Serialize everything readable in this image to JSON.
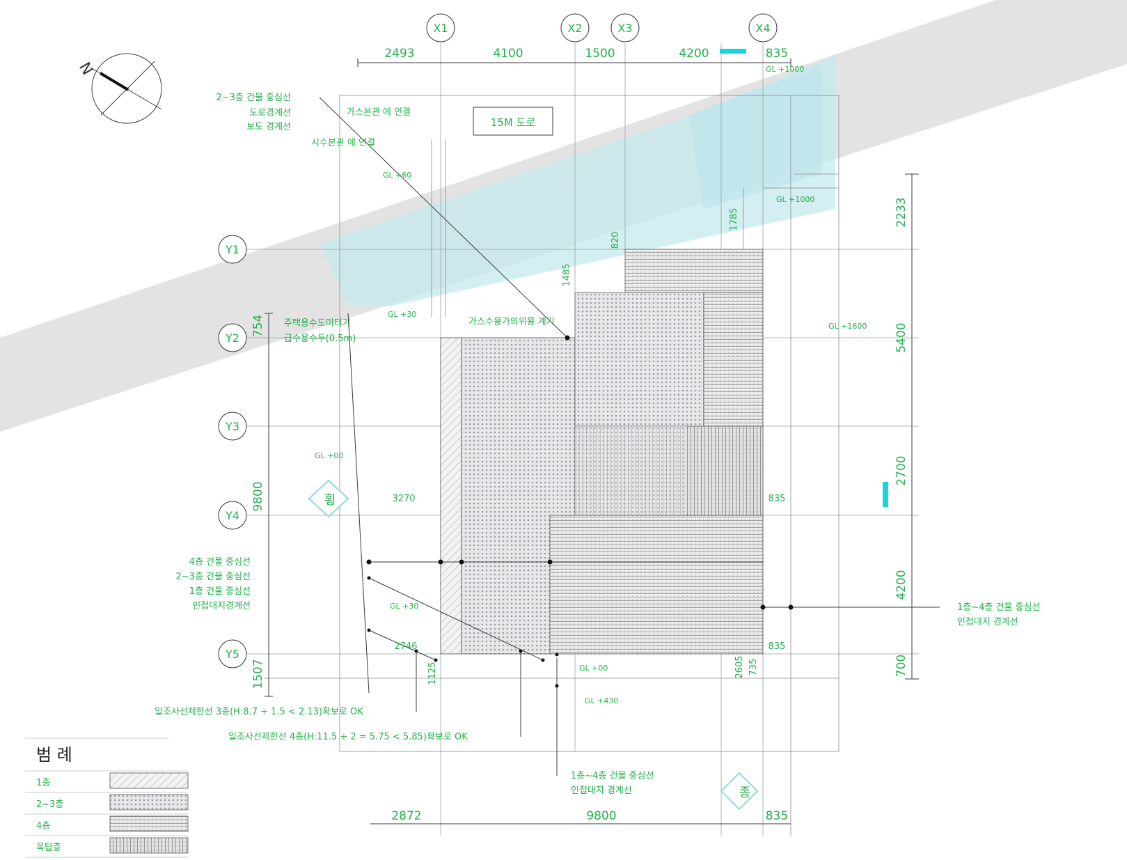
{
  "colors": {
    "text": "#22b14c",
    "line": "#3a3a3a",
    "road_band": "#e2e2e2",
    "sky_band": "#bfe8ee",
    "cyan_marker": "#19d6d6"
  },
  "north_label": "N",
  "road_label": "15M 도로",
  "grid": {
    "x": [
      "X1",
      "X2",
      "X3",
      "X4"
    ],
    "y": [
      "Y1",
      "Y2",
      "Y3",
      "Y4",
      "Y5"
    ]
  },
  "dimensions": {
    "top": [
      "2493",
      "4100",
      "1500",
      "4200",
      "835"
    ],
    "bottom": [
      "2872",
      "9800",
      "835"
    ],
    "right": [
      "2233",
      "5400",
      "2700",
      "4200",
      "700"
    ],
    "left": [
      "754",
      "9800",
      "1507"
    ],
    "misc": [
      "1485",
      "820",
      "1785",
      "3270",
      "835",
      "835",
      "2746",
      "1125",
      "2605",
      "735"
    ]
  },
  "levels": {
    "a": "GL +60",
    "b": "GL +1000",
    "c": "GL +30",
    "d": "GL +1600",
    "e": "GL +00",
    "f": "GL +30",
    "g": "GL +00",
    "h": "GL +430",
    "i": "GL +1000"
  },
  "annotations": {
    "top_left_1": "2~3층 건물 중심선",
    "top_left_2": "도로경계선",
    "top_left_3": "보도 경계선",
    "gas_connection": "가스본관 에 연결",
    "water_connection": "시수본관 에 연결",
    "water_meter_1": "주택용수도미터기",
    "water_meter_2": "급수용수두(0.5m)",
    "gas_meter": "가스수용가의위용 계기",
    "left_1": "4층 건물 중심선",
    "left_2": "2~3층 건물 중심선",
    "left_3": "1층 건물 중심선",
    "left_4": "인접대지경계선",
    "right_1": "1층~4층 건물 중심선",
    "right_2": "인접대지 경계선",
    "bottom_center_1": "1층~4층 건물 중심선",
    "bottom_center_2": "인접대지 경계선",
    "sunlight_1": "일조사선제한선 3층(H:8.7 ÷ 1.5 < 2.13)확보로 OK",
    "sunlight_2": "일조사선제한선 4층(H:11.5 ÷ 2 = 5.75 < 5.85)확보로 OK",
    "section_west": "횡",
    "section_south": "종"
  },
  "legend": {
    "title": "범   례",
    "items": [
      {
        "label": "1층",
        "pattern": "diagonal-hatch"
      },
      {
        "label": "2~3층",
        "pattern": "dot-grid"
      },
      {
        "label": "4층",
        "pattern": "horizontal-lines"
      },
      {
        "label": "옥탑층",
        "pattern": "vertical-lines"
      }
    ]
  }
}
